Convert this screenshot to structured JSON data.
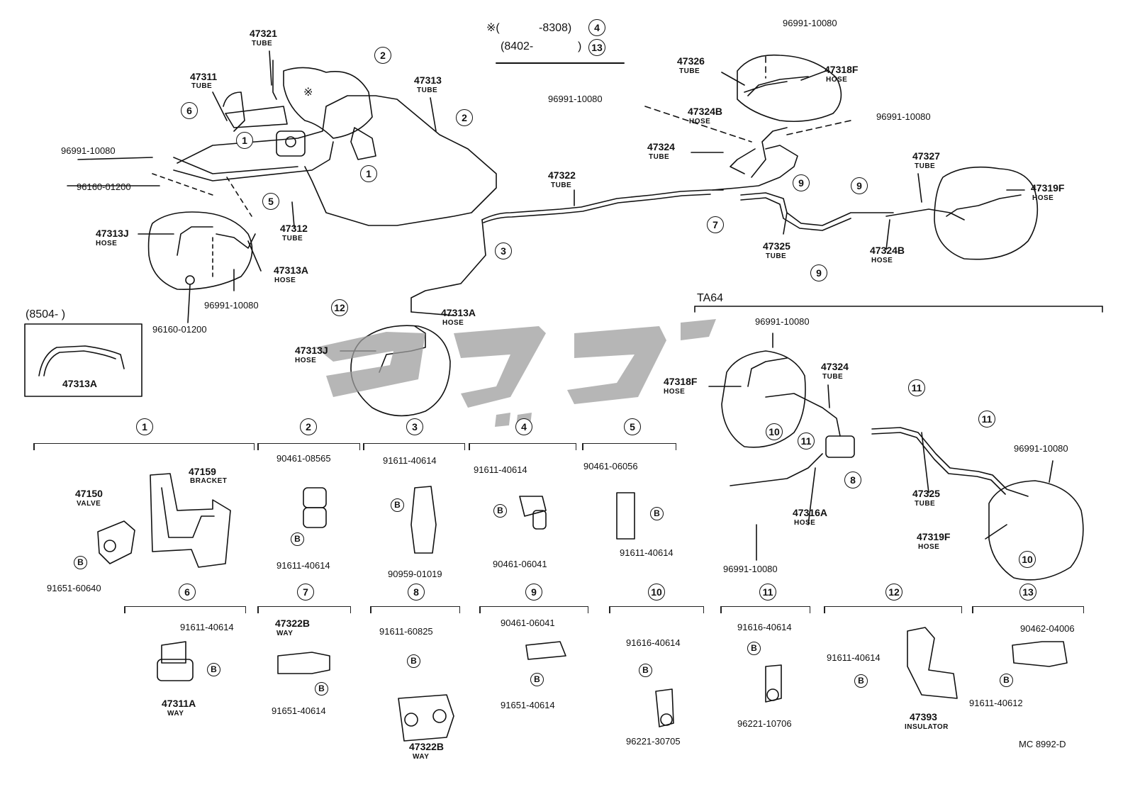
{
  "title_block": {
    "row1_prefix": "※(",
    "row1_range": "-8308)",
    "row1_ref": "4",
    "row2_range": "(8402-",
    "row2_suffix": ")",
    "row2_ref": "13"
  },
  "asterisk": "※",
  "variant_8504": "(8504-        )",
  "variant_ta64": "TA64",
  "footer_code": "MC  8992-D",
  "callouts": [
    {
      "num": "47321",
      "type": "TUBE"
    },
    {
      "num": "47311",
      "type": "TUBE"
    },
    {
      "num": "47313",
      "type": "TUBE"
    },
    {
      "num": "96991-10080",
      "type": ""
    },
    {
      "num": "96160-01200",
      "type": ""
    },
    {
      "num": "47312",
      "type": "TUBE"
    },
    {
      "num": "47313J",
      "type": "HOSE"
    },
    {
      "num": "47313A",
      "type": "HOSE"
    },
    {
      "num": "96991-10080",
      "type": ""
    },
    {
      "num": "96160-01200",
      "type": ""
    },
    {
      "num": "47313A",
      "type": ""
    },
    {
      "num": "47313A",
      "type": "HOSE"
    },
    {
      "num": "47313J",
      "type": "HOSE"
    },
    {
      "num": "47322",
      "type": "TUBE"
    },
    {
      "num": "96991-10080",
      "type": ""
    },
    {
      "num": "47326",
      "type": "TUBE"
    },
    {
      "num": "47318F",
      "type": "HOSE"
    },
    {
      "num": "96991-10080",
      "type": ""
    },
    {
      "num": "47324B",
      "type": "HOSE"
    },
    {
      "num": "96991-10080",
      "type": ""
    },
    {
      "num": "47324",
      "type": "TUBE"
    },
    {
      "num": "47327",
      "type": "TUBE"
    },
    {
      "num": "47319F",
      "type": "HOSE"
    },
    {
      "num": "47325",
      "type": "TUBE"
    },
    {
      "num": "47324B",
      "type": "HOSE"
    },
    {
      "num": "96991-10080",
      "type": ""
    },
    {
      "num": "47324",
      "type": "TUBE"
    },
    {
      "num": "47318F",
      "type": "HOSE"
    },
    {
      "num": "96991-10080",
      "type": ""
    },
    {
      "num": "47325",
      "type": "TUBE"
    },
    {
      "num": "47316A",
      "type": "HOSE"
    },
    {
      "num": "47319F",
      "type": "HOSE"
    },
    {
      "num": "96991-10080",
      "type": ""
    }
  ],
  "parts": [
    {
      "ref": "1",
      "items": [
        "47159",
        "BRACKET",
        "47150",
        "VALVE",
        "91651-60640"
      ]
    },
    {
      "ref": "2",
      "items": [
        "90461-08565",
        "91611-40614"
      ]
    },
    {
      "ref": "3",
      "items": [
        "91611-40614",
        "90959-01019"
      ]
    },
    {
      "ref": "4",
      "items": [
        "91611-40614",
        "90461-06041"
      ]
    },
    {
      "ref": "5",
      "items": [
        "90461-06056",
        "91611-40614"
      ]
    },
    {
      "ref": "6",
      "items": [
        "91611-40614",
        "47311A",
        "WAY"
      ]
    },
    {
      "ref": "7",
      "items": [
        "47322B",
        "WAY",
        "91651-40614"
      ]
    },
    {
      "ref": "8",
      "items": [
        "91611-60825",
        "47322B",
        "WAY"
      ]
    },
    {
      "ref": "9",
      "items": [
        "90461-06041",
        "91651-40614"
      ]
    },
    {
      "ref": "10",
      "items": [
        "91616-40614",
        "96221-30705"
      ]
    },
    {
      "ref": "11",
      "items": [
        "91616-40614",
        "96221-10706"
      ]
    },
    {
      "ref": "12",
      "items": [
        "91611-40614",
        "47393",
        "INSULATOR"
      ]
    },
    {
      "ref": "13",
      "items": [
        "90462-04006",
        "91611-40612"
      ]
    }
  ],
  "b_mark": "B",
  "diagram_refs": [
    "1",
    "1",
    "2",
    "2",
    "3",
    "5",
    "6",
    "7",
    "9",
    "9",
    "9",
    "10",
    "10",
    "11",
    "11",
    "11",
    "8",
    "12"
  ],
  "colors": {
    "ink": "#111111",
    "watermark": "#9e9e9e",
    "background": "#ffffff"
  }
}
